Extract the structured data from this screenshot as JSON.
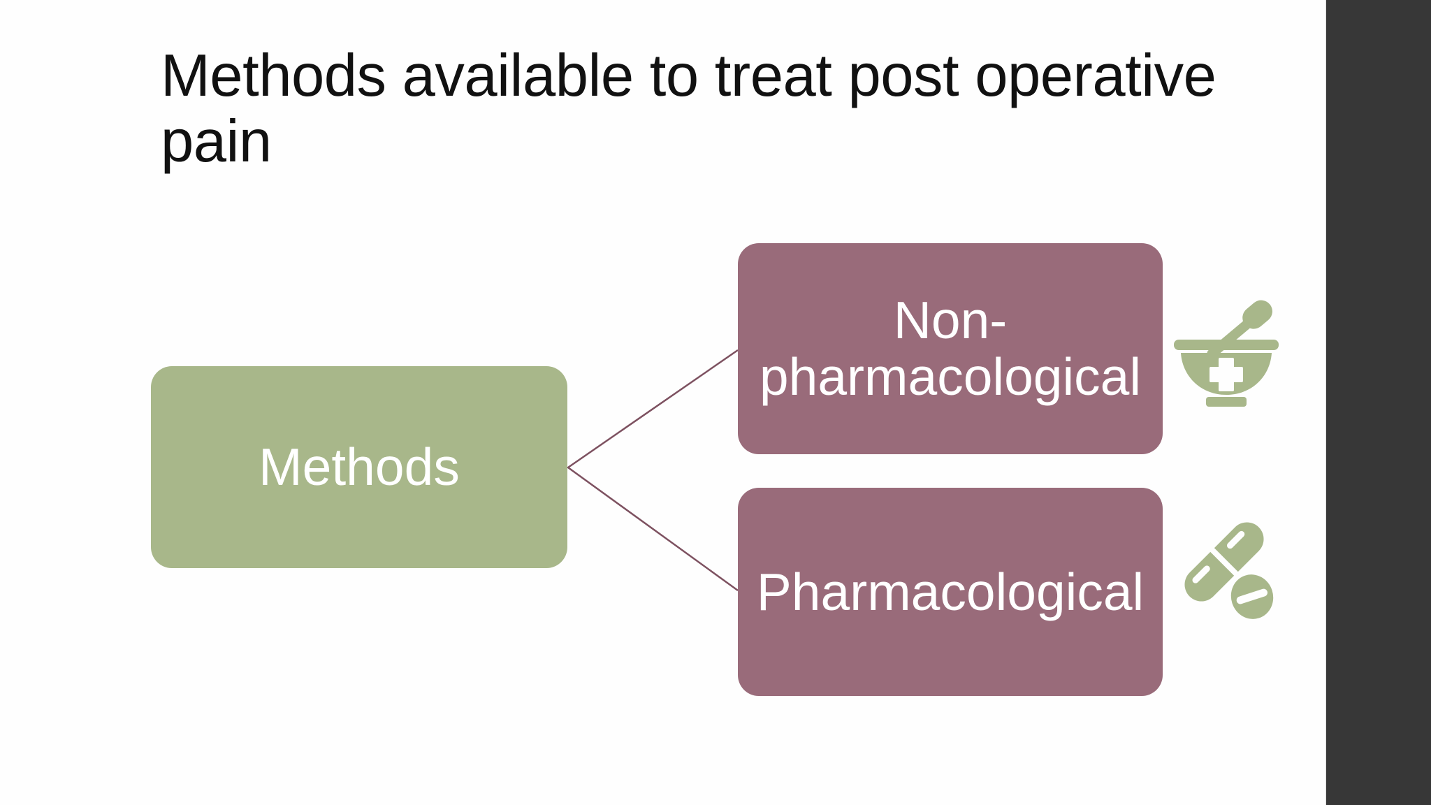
{
  "slide": {
    "title": "Methods available to treat post operative pain",
    "diagram": {
      "methods": {
        "label": "Methods"
      },
      "non_pharmacological": {
        "label": "Non-pharmacological",
        "icon": "mortar-pestle-icon"
      },
      "pharmacological": {
        "label": "Pharmacological",
        "icon": "pills-icon"
      }
    }
  },
  "colors": {
    "background": "#fefefe",
    "side_band": "#373737",
    "side_band_edge": "#dcdcdc",
    "title_text": "#111111",
    "methods_box": "#a8b78a",
    "category_box": "#996b7a",
    "connector": "#7d5160",
    "box_text": "#ffffff",
    "icon_green": "#a8b78a"
  }
}
